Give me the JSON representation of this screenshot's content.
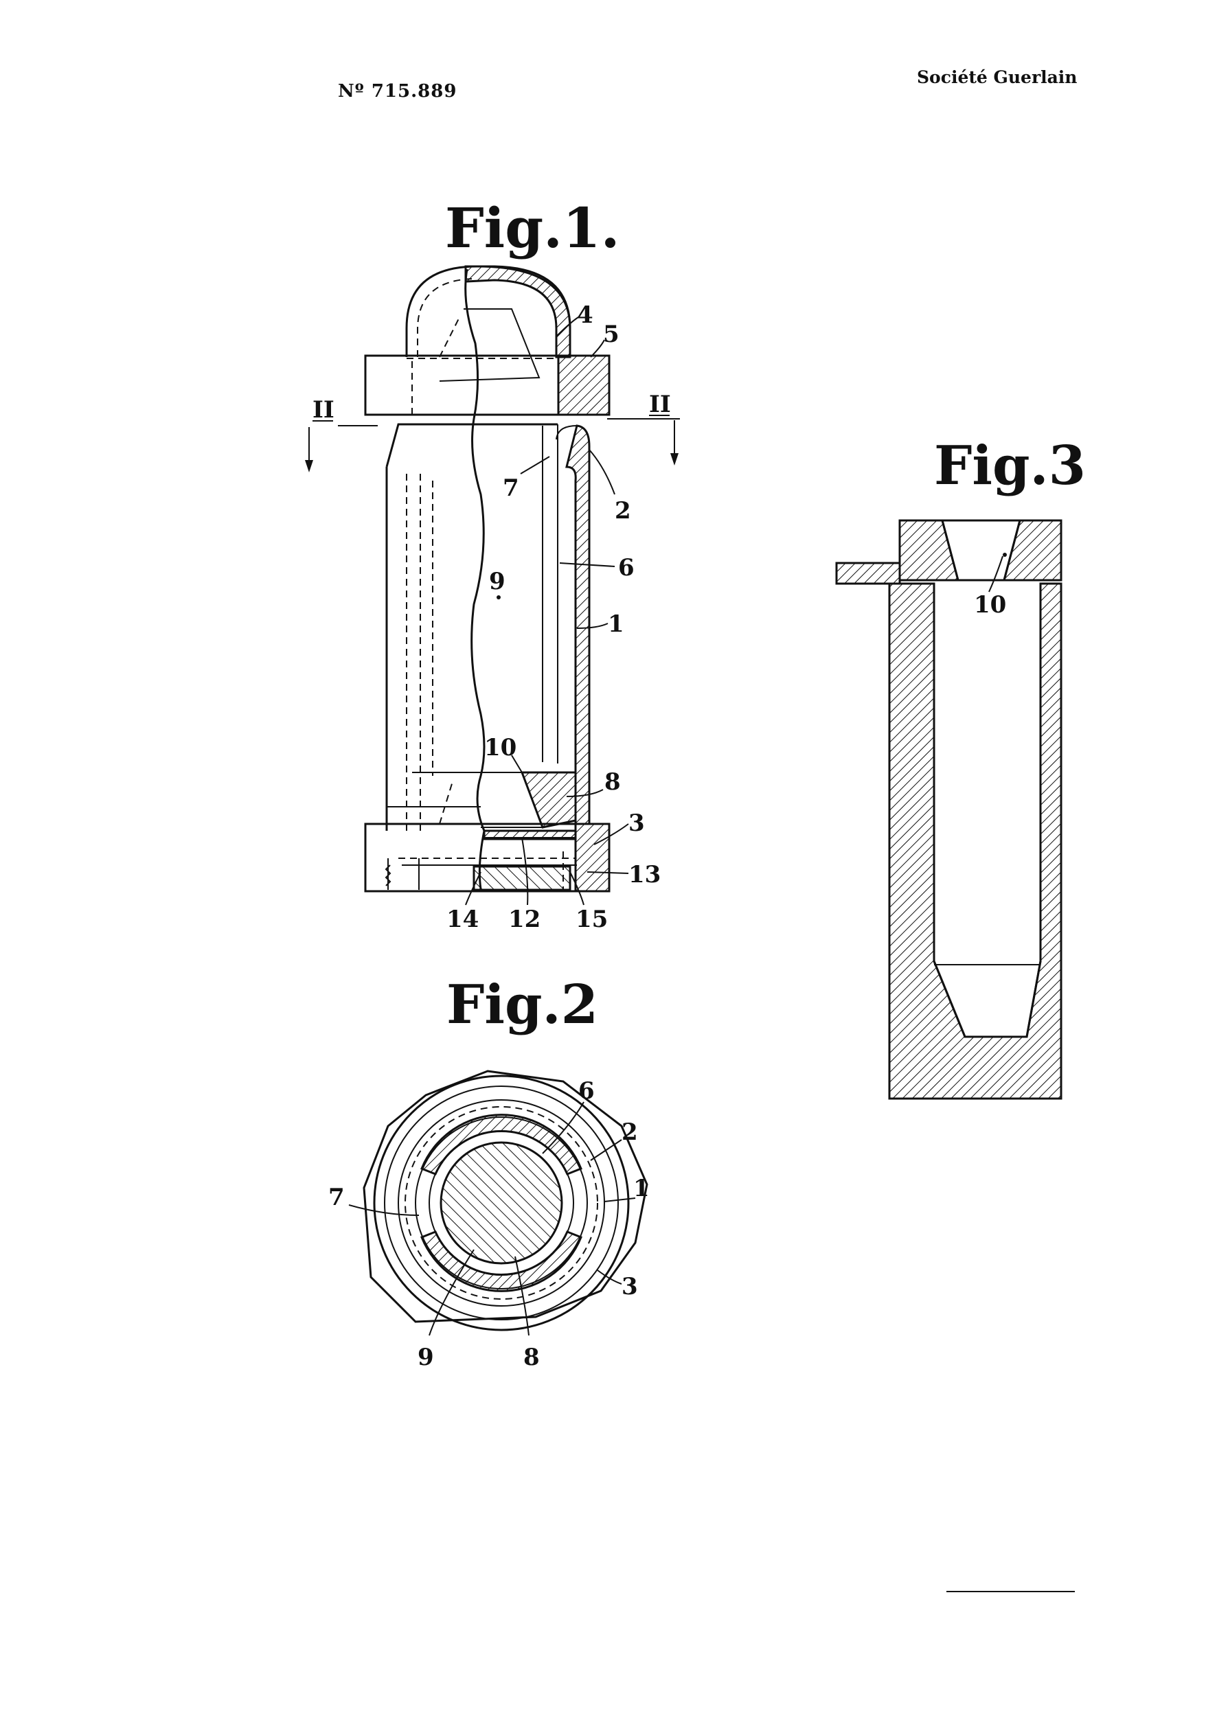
{
  "header": {
    "patent_number": "Nº 715.889",
    "applicant": "Société Guerlain"
  },
  "figures": {
    "fig1": {
      "title": "Fig.1.",
      "section_marks": [
        "II",
        "II"
      ],
      "labels": [
        "4",
        "5",
        "7",
        "2",
        "6",
        "9",
        "1",
        "10",
        "8",
        "3",
        "13",
        "14",
        "12",
        "15"
      ]
    },
    "fig2": {
      "title": "Fig.2",
      "labels": [
        "6",
        "2",
        "7",
        "1",
        "3",
        "9",
        "8"
      ]
    },
    "fig3": {
      "title": "Fig.3",
      "labels": [
        "10"
      ]
    }
  }
}
